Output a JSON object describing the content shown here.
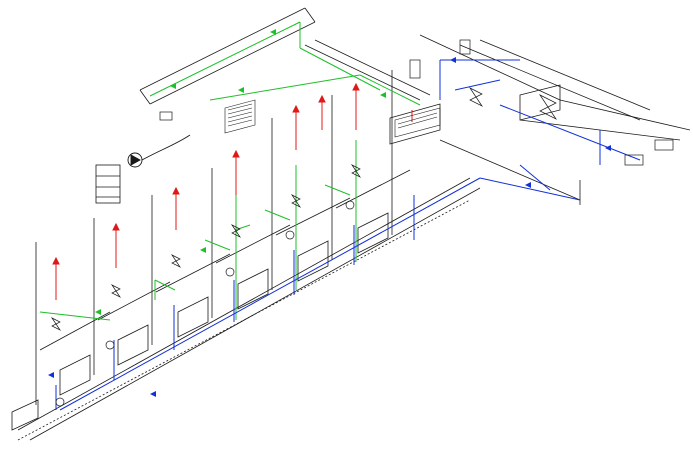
{
  "diagram": {
    "kind": "isometric piping schematic",
    "colors": {
      "outline": "#1a1a1a",
      "supply": "#1fbf2a",
      "return": "#1030d8",
      "riser": "#e01818",
      "background": "#ffffff"
    },
    "symbols": [
      "pump-icon",
      "valve-icon",
      "tank-icon",
      "arrow-up-icon",
      "flow-arrow-icon"
    ],
    "risers": [
      {
        "id": "riser-1"
      },
      {
        "id": "riser-2"
      },
      {
        "id": "riser-3"
      },
      {
        "id": "riser-4"
      },
      {
        "id": "riser-5"
      },
      {
        "id": "riser-6"
      },
      {
        "id": "riser-7"
      },
      {
        "id": "riser-8"
      }
    ]
  }
}
